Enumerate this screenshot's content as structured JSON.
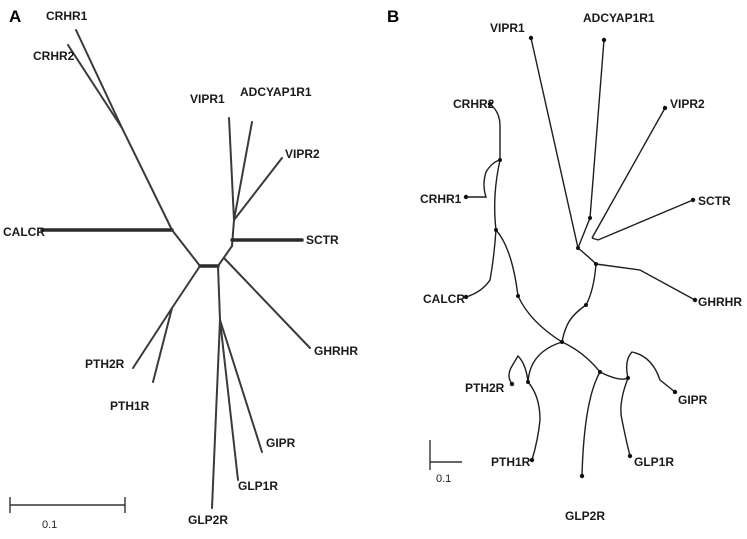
{
  "panels": {
    "a": {
      "letter": "A",
      "scale_bar_label": "0.1",
      "leaves": {
        "crhr1": "CRHR1",
        "crhr2": "CRHR2",
        "calcr": "CALCR",
        "vipr1": "VIPR1",
        "adcyap1r1": "ADCYAP1R1",
        "vipr2": "VIPR2",
        "sctr": "SCTR",
        "ghrhr": "GHRHR",
        "pth2r": "PTH2R",
        "pth1r": "PTH1R",
        "gipr": "GIPR",
        "glp1r": "GLP1R",
        "glp2r": "GLP2R"
      }
    },
    "b": {
      "letter": "B",
      "scale_bar_label": "0.1",
      "leaves": {
        "vipr1": "VIPR1",
        "adcyap1r1": "ADCYAP1R1",
        "crhr2": "CRHR2",
        "vipr2": "VIPR2",
        "crhr1": "CRHR1",
        "sctr": "SCTR",
        "calcr": "CALCR",
        "ghrhr": "GHRHR",
        "pth2r": "PTH2R",
        "gipr": "GIPR",
        "pth1r": "PTH1R",
        "glp1r": "GLP1R",
        "glp2r": "GLP2R"
      }
    }
  }
}
